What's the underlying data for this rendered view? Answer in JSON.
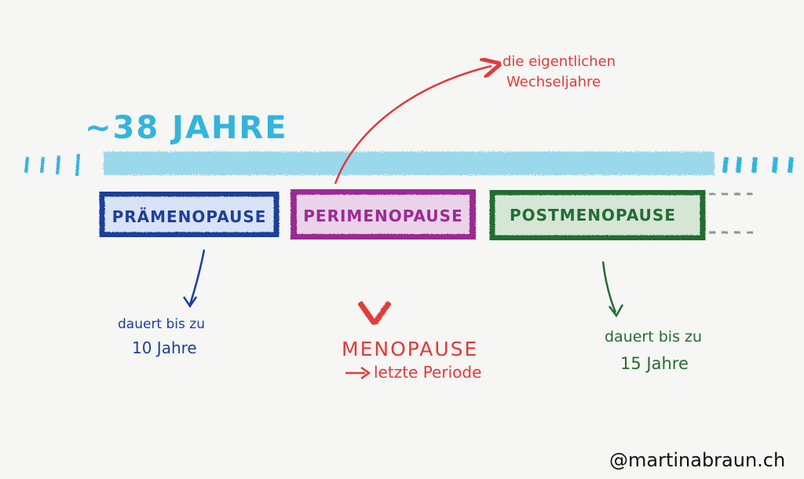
{
  "timeline": {
    "duration_label": "~38 JAHRE",
    "color": "#33b4dc"
  },
  "phases": [
    {
      "label": "PRÄMENOPAUSE",
      "border_color": "#1e3f99",
      "fill_color": "#d9e3f6"
    },
    {
      "label": "PERIMENOPAUSE",
      "border_color": "#9b2b91",
      "fill_color": "#ead2ea"
    },
    {
      "label": "POSTMENOPAUSE",
      "border_color": "#236c33",
      "fill_color": "#d6e6d6"
    }
  ],
  "notes": {
    "top_note_line1": "die eigentlichen",
    "top_note_line2": "Wechseljahre",
    "pre_note_line1": "dauert bis zu",
    "pre_note_line2": "10 Jahre",
    "menopause_title": "MENOPAUSE",
    "menopause_subtitle": "letzte Periode",
    "post_note_line1": "dauert bis zu",
    "post_note_line2": "15 Jahre",
    "credit": "@martinabraun.ch"
  },
  "colors": {
    "blue": "#1e3f99",
    "purple": "#9b2b91",
    "green": "#236c33",
    "red": "#e23a3a",
    "cyan": "#33b4dc",
    "paper": "#f6f6f4"
  }
}
